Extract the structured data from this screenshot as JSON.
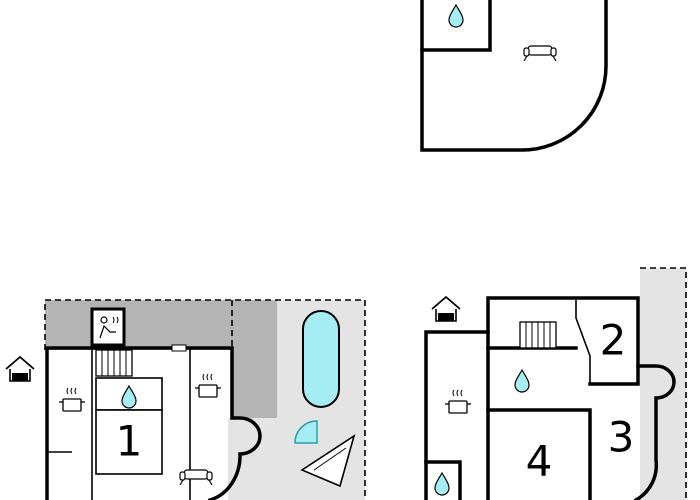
{
  "colors": {
    "wall": "#000000",
    "terrace": "#e4e4e4",
    "terrace_dark": "#b4b4b4",
    "water": "#a6ecf3",
    "water_stroke": "#2a9ea8",
    "background": "#ffffff"
  },
  "icons": [
    "water-drop-icon",
    "sofa-icon",
    "cooking-pot-icon",
    "sauna-icon",
    "house-entrance-icon",
    "stairs-icon",
    "swimming-pool-icon",
    "shower-icon",
    "sun-lounger-icon"
  ],
  "rooms": {
    "room_1": "1",
    "room_2": "2",
    "room_3": "3",
    "room_4": "4"
  }
}
